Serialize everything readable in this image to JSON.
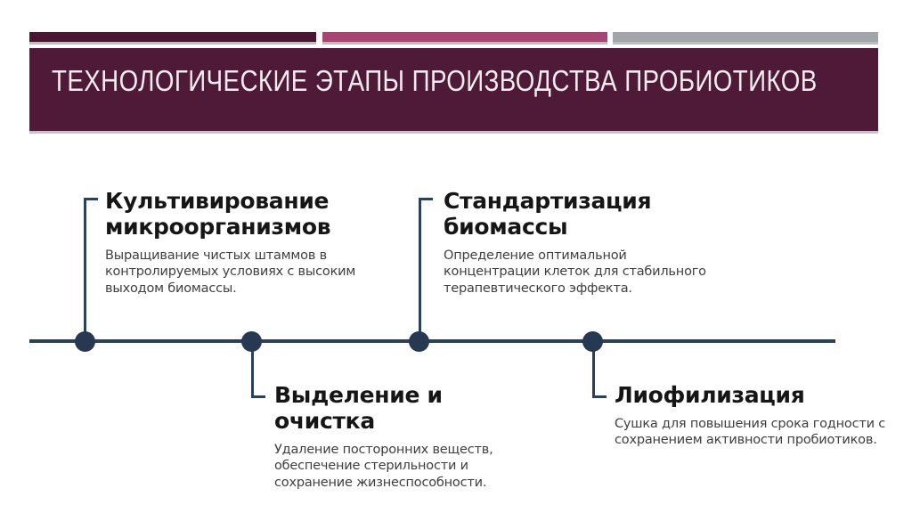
{
  "slide": {
    "title": "ТЕХНОЛОГИЧЕСКИЕ ЭТАПЫ ПРОИЗВОДСТВА ПРОБИОТИКОВ",
    "accent_bars": [
      {
        "name": "maroon-bar",
        "color": "#4a1733"
      },
      {
        "name": "magenta-bar",
        "color": "#a64472"
      },
      {
        "name": "gray-bar",
        "color": "#a2a6aa"
      }
    ],
    "colors": {
      "banner_background": "#4e1a38",
      "banner_text": "#f2ecef",
      "timeline": "#2e4059",
      "dot": "#263852",
      "heading_text": "#161616",
      "body_text": "#3f3f3f"
    }
  },
  "timeline": {
    "stages": [
      {
        "position": "above",
        "title": [
          "Культивирование",
          "микроорганизмов"
        ],
        "description": [
          "Выращивание чистых штаммов в",
          "контролируемых условиях с высоким",
          "выходом биомассы."
        ]
      },
      {
        "position": "below",
        "title": [
          "Выделение и очистка"
        ],
        "description": [
          "Удаление посторонних веществ,",
          "обеспечение стерильности и",
          "сохранение жизнеспособности."
        ]
      },
      {
        "position": "above",
        "title": [
          "Стандартизация",
          "биомассы"
        ],
        "description": [
          "Определение оптимальной",
          "концентрации клеток для стабильного",
          "терапевтического эффекта."
        ]
      },
      {
        "position": "below",
        "title": [
          "Лиофилизация"
        ],
        "description": [
          "Сушка для повышения срока годности с",
          "сохранением активности пробиотиков."
        ]
      }
    ]
  }
}
